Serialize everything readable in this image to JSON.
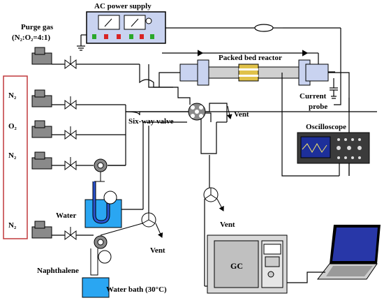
{
  "title": "AC power supply",
  "purge_gas": {
    "line1": "Purge gas",
    "line2": "(N₂:O₂=4:1)"
  },
  "gases": {
    "n2_a": "N₂",
    "o2": "O₂",
    "n2_b": "N₂",
    "n2_c": "N₂"
  },
  "labels": {
    "reactor": "Packed bed reactor",
    "current_probe_1": "Current",
    "current_probe_2": "probe",
    "six_way_valve": "Six-way valve",
    "oscilloscope": "Oscilloscope",
    "water": "Water",
    "vent_middle": "Vent",
    "vent_right": "Vent",
    "vent_bottom": "Vent",
    "gc": "GC",
    "naphthalene": "Naphthalene",
    "water_bath": "Water bath (30°C)"
  },
  "colors": {
    "line": "#000000",
    "device_gray": "#8a8a8a",
    "box_blue": "#c9d3f0",
    "mfc_red_border": "#c0393b",
    "water_blue": "#2aa6f2",
    "screen_blue": "#1d2f9a"
  }
}
